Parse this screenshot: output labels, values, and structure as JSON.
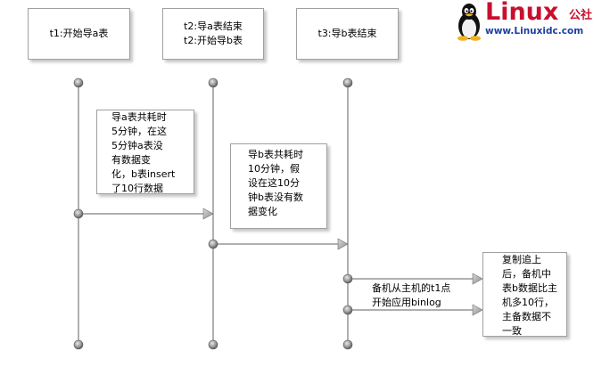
{
  "header_boxes": [
    {
      "id": "t1",
      "lines": [
        "t1:开始导a表"
      ]
    },
    {
      "id": "t2",
      "lines": [
        "t2:导a表结束",
        "t2:开始导b表"
      ]
    },
    {
      "id": "t3",
      "lines": [
        "t3:导b表结束"
      ]
    }
  ],
  "notes": {
    "note_a": [
      "导a表共耗时",
      "5分钟，在这",
      "5分钟a表没",
      "有数据变",
      "化，b表insert",
      "了10行数据"
    ],
    "note_b": [
      "导b表共耗时",
      "10分钟，假",
      "设在这10分",
      "钟b表没有数",
      "据变化"
    ],
    "note_c": [
      "复制追上",
      "后，备机中",
      "表b数据比主",
      "机多10行，",
      "主备数据不",
      "一致"
    ]
  },
  "message": {
    "lines": [
      "备机从主机的t1点",
      "开始应用binlog"
    ]
  },
  "logo": {
    "word": "Linux",
    "cn": "公社",
    "url": "www.Linuxidc.com"
  },
  "colors": {
    "line": "#606060",
    "logo_red": "#c8102e",
    "logo_blue": "#1f3fa0"
  }
}
